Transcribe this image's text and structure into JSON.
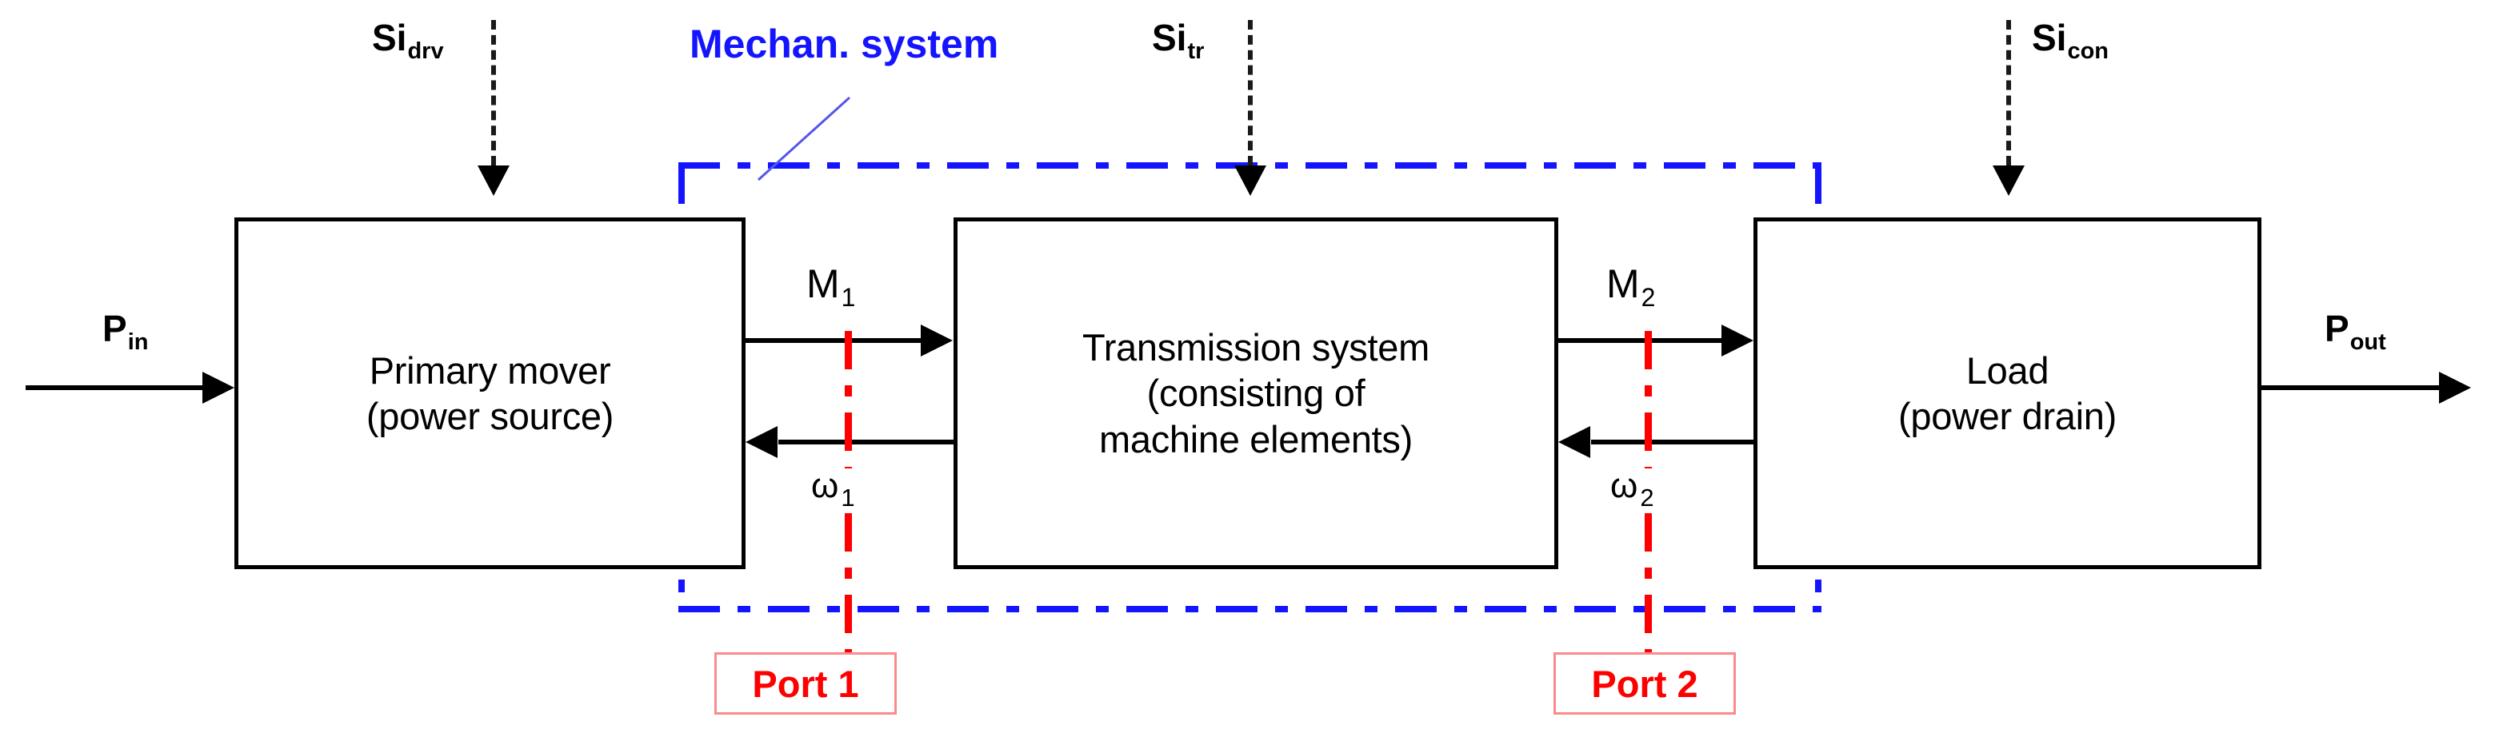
{
  "diagram": {
    "title": "Mechanical power transmission block diagram",
    "colors": {
      "block_border": "#000000",
      "boundary_blue": "#1414ff",
      "port_red": "#fe0000",
      "port_box_border": "#fb8a8a",
      "background": "#ffffff"
    },
    "blocks": [
      {
        "id": "primary-mover",
        "line1": "Primary mover",
        "line2": "(power source)"
      },
      {
        "id": "transmission-system",
        "line1": "Transmission system",
        "line2": "(consisting of",
        "line3": "machine elements)"
      },
      {
        "id": "load",
        "line1": "Load",
        "line2": "(power drain)"
      }
    ],
    "power_flow": {
      "input_label": "P",
      "input_sub": "in",
      "output_label": "P",
      "output_sub": "out"
    },
    "signals": [
      {
        "id": "si-drv",
        "base": "Si",
        "sub": "drv"
      },
      {
        "id": "si-tr",
        "base": "Si",
        "sub": "tr"
      },
      {
        "id": "si-con",
        "base": "Si",
        "sub": "con"
      }
    ],
    "interface_variables": [
      {
        "id": "torque-1",
        "base": "M",
        "sub": "1"
      },
      {
        "id": "omega-1",
        "base": "ω",
        "sub": "1"
      },
      {
        "id": "torque-2",
        "base": "M",
        "sub": "2"
      },
      {
        "id": "omega-2",
        "base": "ω",
        "sub": "2"
      }
    ],
    "boundary": {
      "label": "Mechan. system"
    },
    "ports": [
      {
        "id": "port-1",
        "label": "Port 1"
      },
      {
        "id": "port-2",
        "label": "Port 2"
      }
    ]
  }
}
